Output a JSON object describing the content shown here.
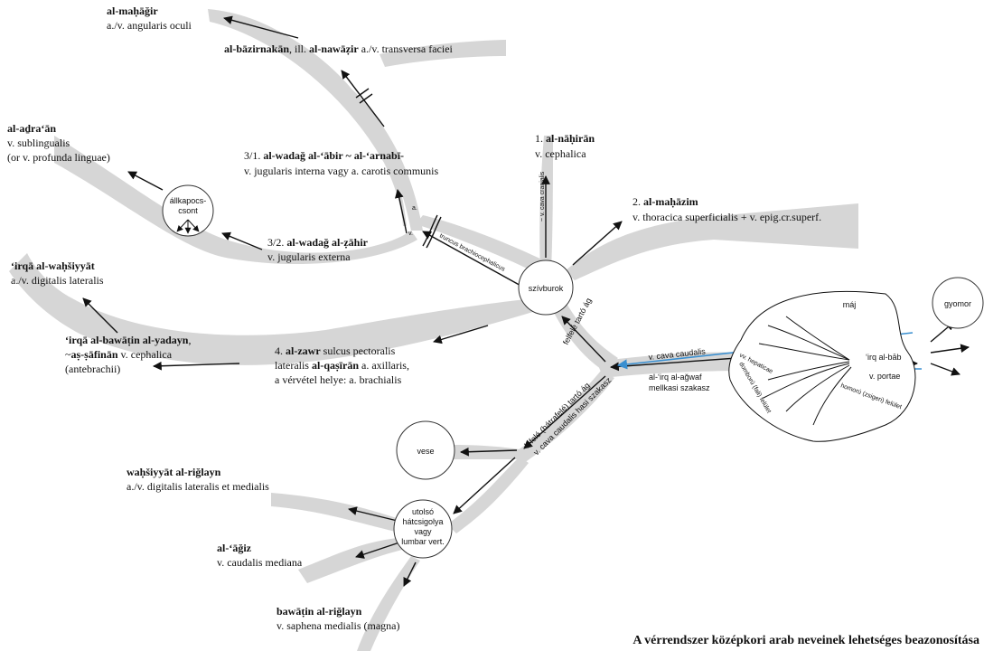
{
  "caption": "A vérrendszer középkori arab neveinek lehetséges beazonosítása",
  "nodes": {
    "heart": "szívburok",
    "jaw": [
      "állkapocs-",
      "csont"
    ],
    "kidney": "vese",
    "vertebra": [
      "utolsó",
      "hátcsigolya",
      "vagy",
      "lumbar vert."
    ],
    "stomach": "gyomor",
    "liver": "máj"
  },
  "labels": {
    "mahagir_name": "al-maḥāğir",
    "mahagir_desc": "a./v. angularis oculi",
    "bazirnakan_name": "al-bāzirnakān",
    "bazirnakan_mid": ", ill. ",
    "nawazir_name": "al-nawāẓir",
    "bazirnakan_desc": " a./v. transversa faciei",
    "adraan_name": "al-aḏra‘ān",
    "adraan_desc1": "v. sublingualis",
    "adraan_desc2": "(or v. profunda linguae)",
    "wadag_abir_num": "3/1. ",
    "wadag_abir_name": "al-wadağ al-‘ābir ~ al-‘arnabī-",
    "wadag_abir_desc": "v. jugularis interna vagy a. carotis communis",
    "wadag_zahir_num": "3/2. ",
    "wadag_zahir_name": "al-wadağ al-ẓāhir",
    "wadag_zahir_desc": "v. jugularis externa",
    "nahiran_num": "1. ",
    "nahiran_name": "al-nāḥirān",
    "nahiran_desc": "v. cephalica",
    "mahazim_num": "2. ",
    "mahazim_name": "al-maḥāzim",
    "mahazim_desc": "v. thoracica superficialis + v. epig.cr.superf.",
    "wahsiyyat_name": "‘irqā al-waḥšiyyāt",
    "wahsiyyat_desc": "a./v. digitalis lateralis",
    "bawatin_name": "‘irqā al-bawāṭin al-yadayn",
    "bawatin_comma": ",",
    "safinan_pre": "~",
    "safinan_name": "aṣ-ṣāfinān",
    "safinan_desc": " v. cephalica",
    "bawatin_desc2": "(antebrachii)",
    "zawr_num": "4. ",
    "zawr_name": "al-zawr",
    "zawr_desc1": " sulcus pectoralis",
    "zawr_desc2a": "lateralis ",
    "qasiran_name": "al-qaṣīrān",
    "zawr_desc2b": " a. axillaris,",
    "zawr_desc3": "a vérvétel helye: a. brachialis",
    "rijlayn_w_name": "waḥšiyyāt al-riğlayn",
    "rijlayn_w_desc": "a./v. digitalis lateralis et medialis",
    "agiz_name": "al-‘āğiz",
    "agiz_desc": "v. caudalis mediana",
    "rijlayn_b_name": "bawāṭin al-riğlayn",
    "rijlayn_b_desc": "v. saphena medialis (magna)",
    "irq_bab": "‘irq al-bāb",
    "v_portae": "v. portae",
    "v_cava_caudalis": "v. cava caudalis",
    "irq_ajwaf": "al-‘irq al-ağwaf",
    "melkasi": "mellkasi szakasz",
    "felfele": "felfelé tartó ág",
    "lefele1": "lefelé (hátrafelé) tartó ág",
    "lefele2": "v. cava caudalis hasi szakasz",
    "truncus": "truncus brachiocephalicus",
    "cava_cranialis": "~ v. cava cranialis",
    "v_small": "v.",
    "a_small": "a.",
    "v_hepaticae": "vv. hepaticae",
    "domboru": "domború (fali) felület",
    "homoru": "homorú (zsigeri) felület"
  }
}
